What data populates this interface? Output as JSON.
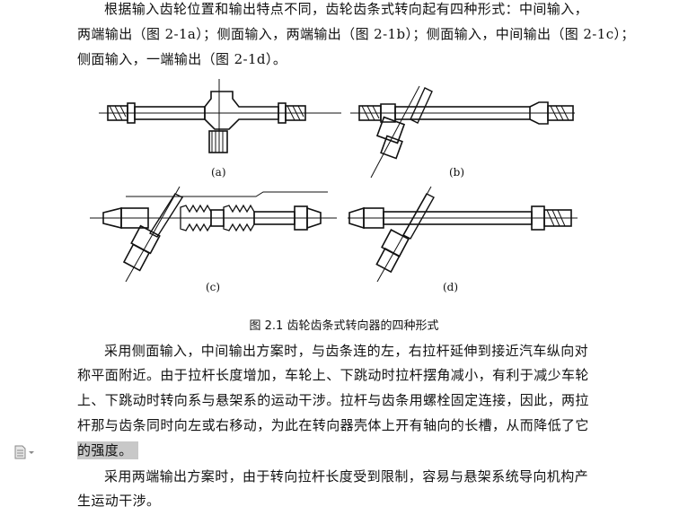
{
  "paragraph1": [
    "根据输入齿轮位置和输出特点不同，齿轮齿条式转向起有四种形式：中间输入，",
    "两端输出（图 2-1a）；侧面输入，两端输出（图 2-1b）；侧面输入，中间输出（图 2-1c）；",
    "侧面输入，一端输出（图 2-1d）。"
  ],
  "figure": {
    "labels": [
      "(a)",
      "(b)",
      "(c)",
      "(d)"
    ],
    "caption": "图 2.1 齿轮齿条式转向器的四种形式"
  },
  "paragraph2": [
    "采用侧面输入，中间输出方案时，与齿条连的左，右拉杆延伸到接近汽车纵向对",
    "称平面附近。由于拉杆长度增加，车轮上、下跳动时拉杆摆角减小，有利于减少车轮",
    "上、下跳动时转向系与悬架系的运动干涉。拉杆与齿条用螺栓固定连接，因此，两拉",
    "杆那与齿条同时向左或右移动，为此在转向器壳体上开有轴向的长槽，从而降低了它",
    "的强度。"
  ],
  "paragraph3": [
    "采用两端输出方案时，由于转向拉杆长度受到限制，容易与悬架系统导向机构产",
    "生运动干涉。"
  ]
}
